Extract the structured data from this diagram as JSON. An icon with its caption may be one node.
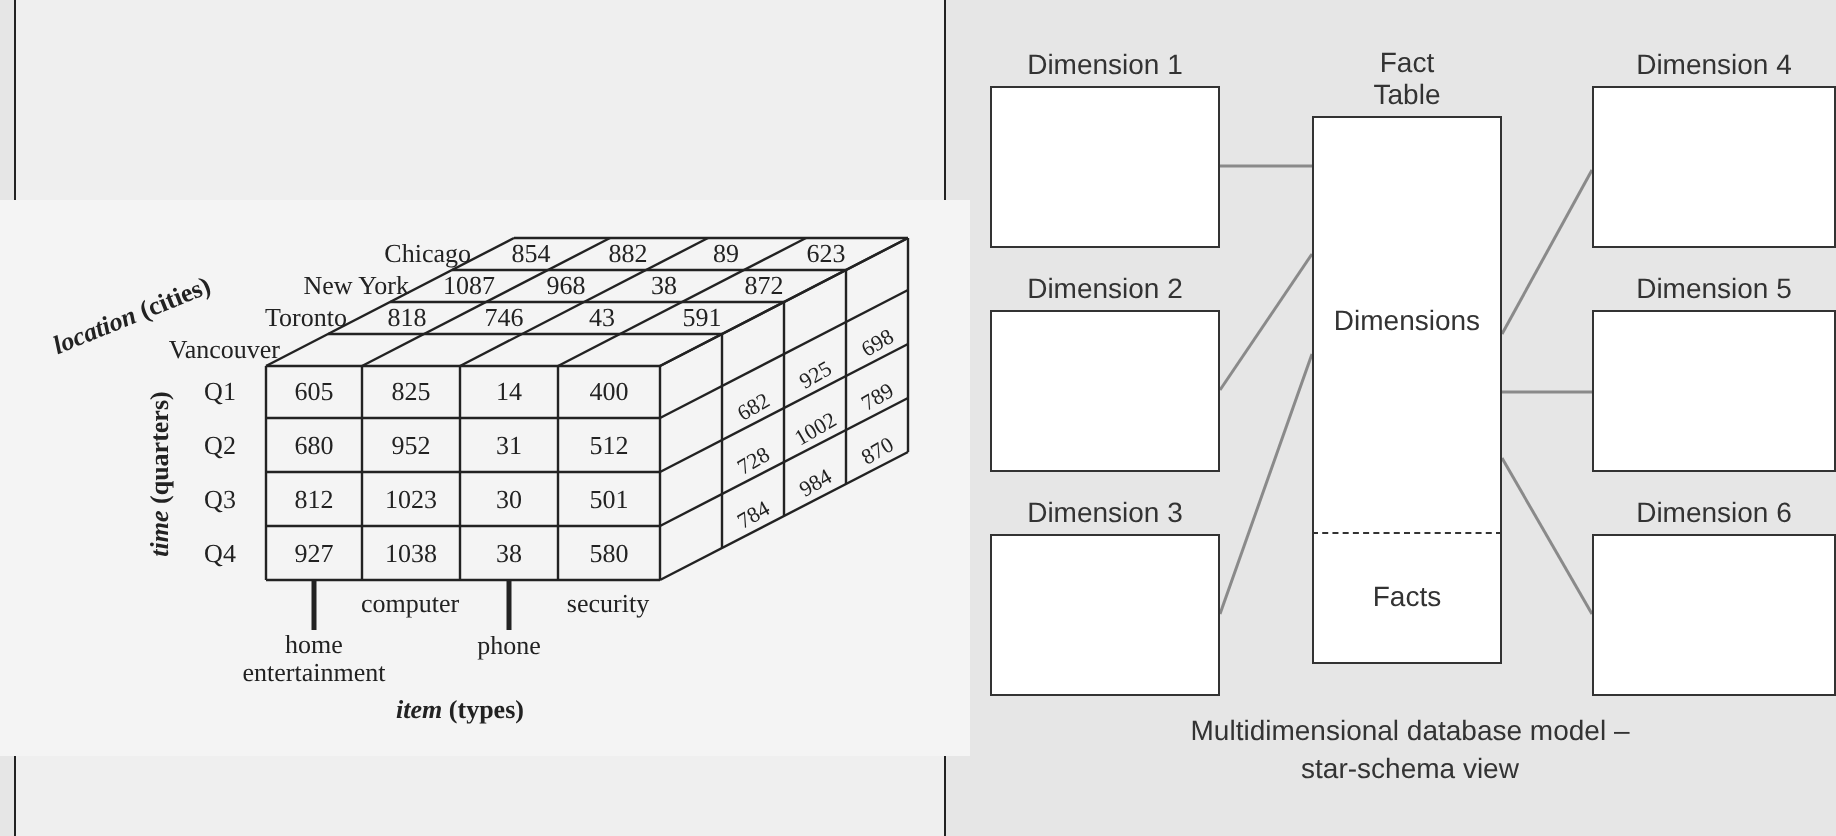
{
  "diagram": {
    "caption": "Multidimensional database model – star-schema view",
    "nodes": [
      {
        "text": [
          "Dimension 1"
        ]
      },
      {
        "text": [
          "Dimension 2"
        ]
      },
      {
        "text": [
          "Dimension 3"
        ]
      },
      {
        "text": [
          "Fact Table",
          "Dimensions",
          "Facts"
        ]
      },
      {
        "text": [
          "Dimension 4"
        ]
      },
      {
        "text": [
          "Dimension 5"
        ]
      },
      {
        "text": [
          "Dimension 6"
        ]
      }
    ],
    "edges": [
      {
        "from": 0,
        "to": 3,
        "arrow": "none"
      },
      {
        "from": 1,
        "to": 3,
        "arrow": "none"
      },
      {
        "from": 2,
        "to": 3,
        "arrow": "none"
      },
      {
        "from": 4,
        "to": 3,
        "arrow": "none"
      },
      {
        "from": 5,
        "to": 3,
        "arrow": "none"
      },
      {
        "from": 6,
        "to": 3,
        "arrow": "none"
      }
    ],
    "labels": [
      "*location* (cities)",
      "Chicago",
      "854",
      "882",
      "89",
      "623",
      "New York",
      "1087",
      "968",
      "38",
      "872",
      "Toronto",
      "818",
      "746",
      "43",
      "591",
      "Vancouver",
      "*time* (quarters)",
      "Q1",
      "605",
      "825",
      "14",
      "400",
      "682",
      "925",
      "698",
      "Q2",
      "680",
      "952",
      "31",
      "512",
      "728",
      "1002",
      "789",
      "Q3",
      "812",
      "1023",
      "30",
      "501",
      "784",
      "984",
      "870",
      "Q4",
      "927",
      "1038",
      "38",
      "580",
      "computer",
      "security",
      "home entertainment",
      "phone",
      "*item* (types)"
    ]
  }
}
